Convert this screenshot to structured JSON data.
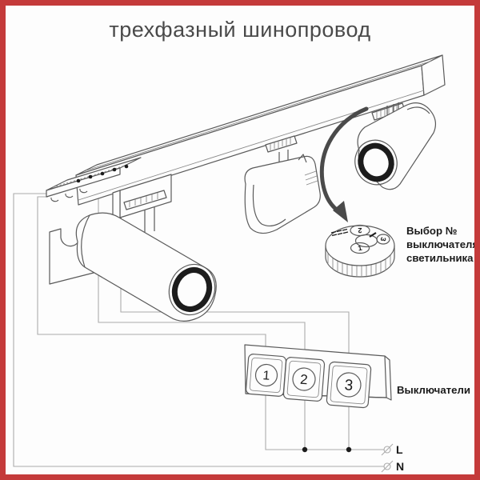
{
  "title": "трехфазный шинопровод",
  "selector_dial": {
    "label_lines": [
      "Выбор №",
      "выключателя",
      "светильника"
    ],
    "position_top": "2",
    "position_right": "3",
    "position_bottom": "1"
  },
  "switch_panel": {
    "label": "Выключатели",
    "button_1": "1",
    "button_2": "2",
    "button_3": "3"
  },
  "power_terminals": {
    "live_label": "L",
    "neutral_label": "N"
  },
  "colors": {
    "frame_border": "#c43a3a",
    "outline": "#5a5a5a",
    "wire": "#ababab",
    "accent_black": "#1c1c1c",
    "label_text": "#1a1a1a",
    "title_text": "#4a4a4a"
  }
}
